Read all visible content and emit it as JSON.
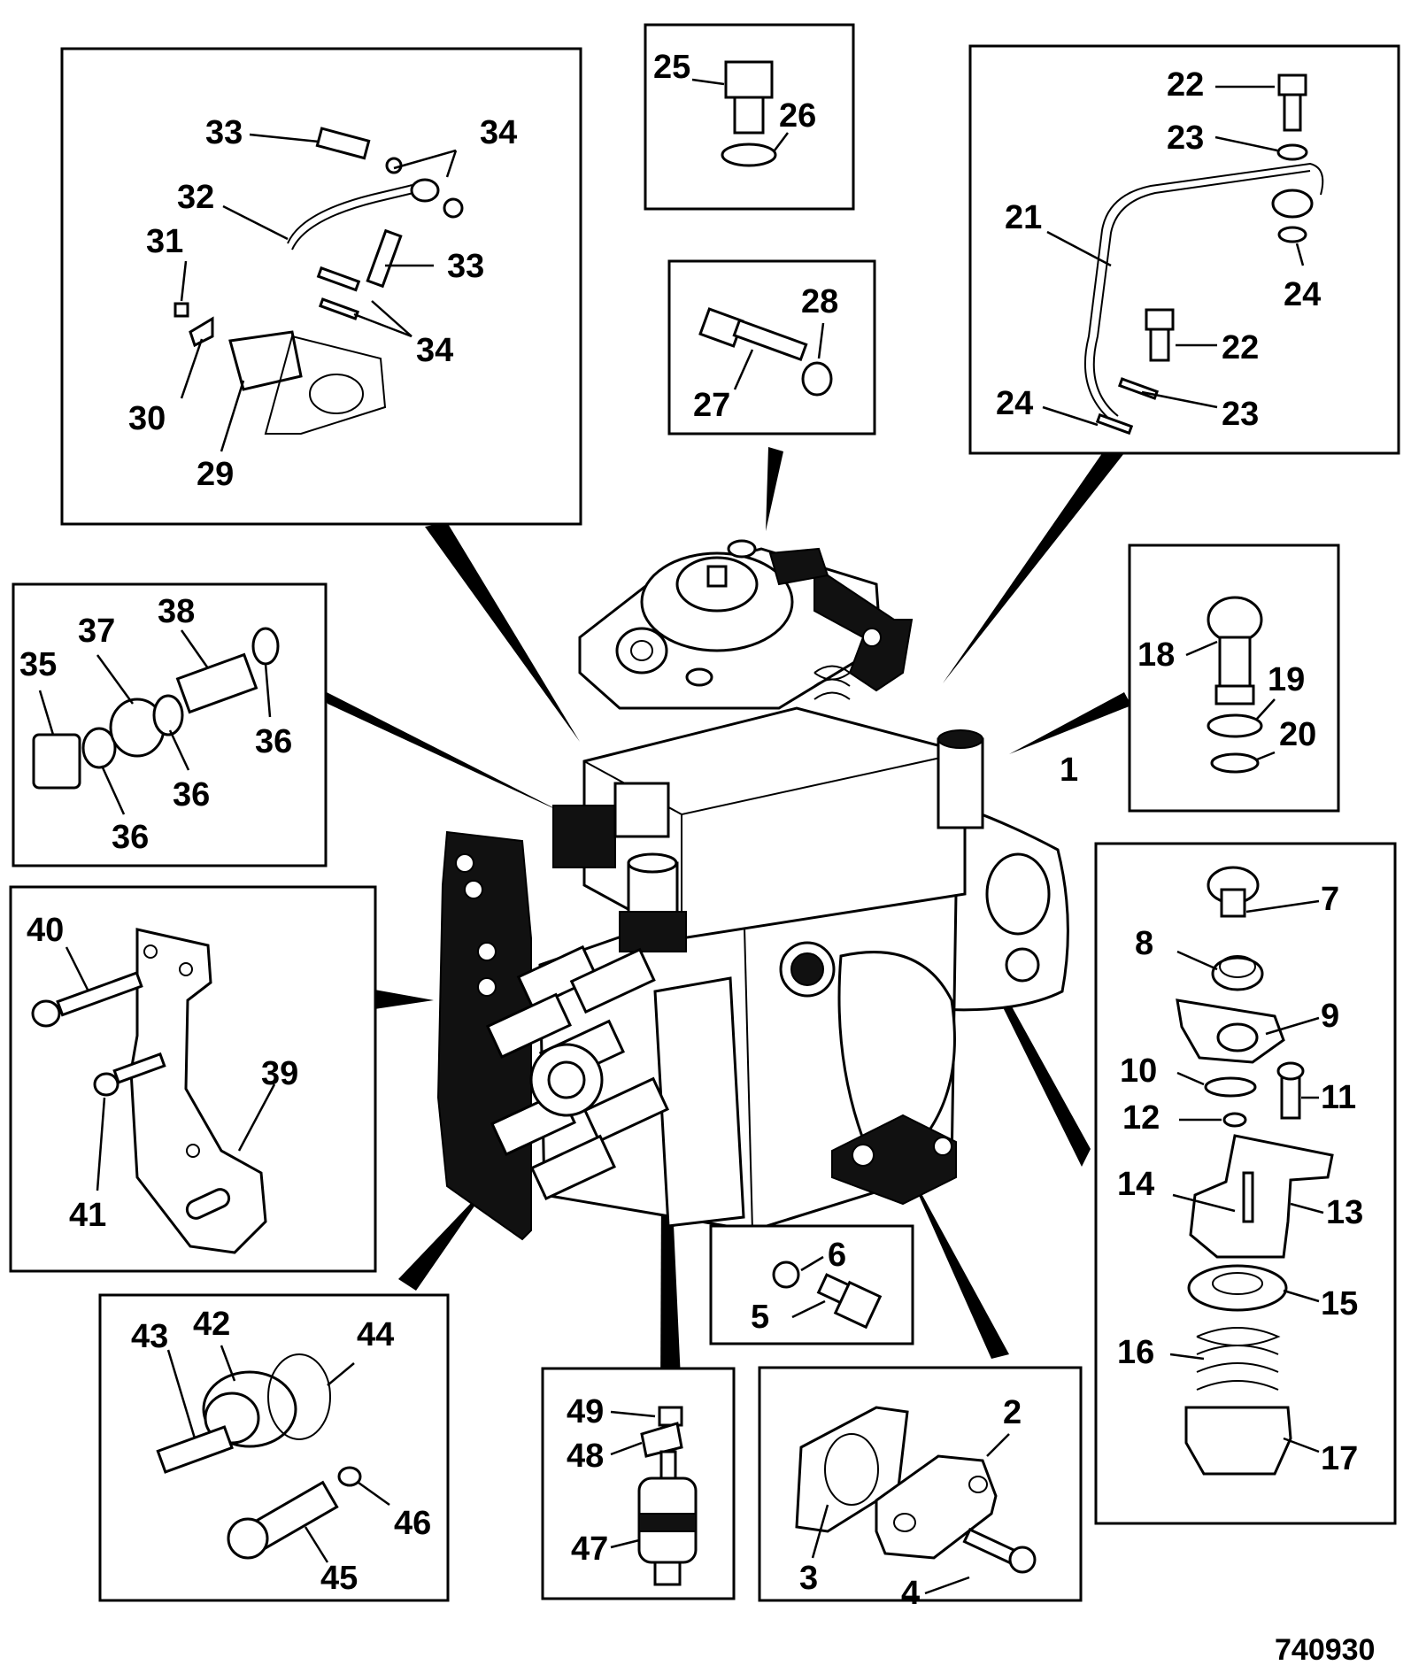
{
  "drawing_number": "740930",
  "callouts": [
    "1",
    "2",
    "3",
    "4",
    "5",
    "6",
    "7",
    "8",
    "9",
    "10",
    "11",
    "12",
    "13",
    "14",
    "15",
    "16",
    "17",
    "18",
    "19",
    "20",
    "21",
    "22",
    "23",
    "24",
    "25",
    "26",
    "27",
    "28",
    "29",
    "30",
    "31",
    "32",
    "33",
    "34",
    "35",
    "36",
    "37",
    "38",
    "39",
    "40",
    "41",
    "42",
    "43",
    "44",
    "45",
    "46",
    "47",
    "48",
    "49"
  ]
}
